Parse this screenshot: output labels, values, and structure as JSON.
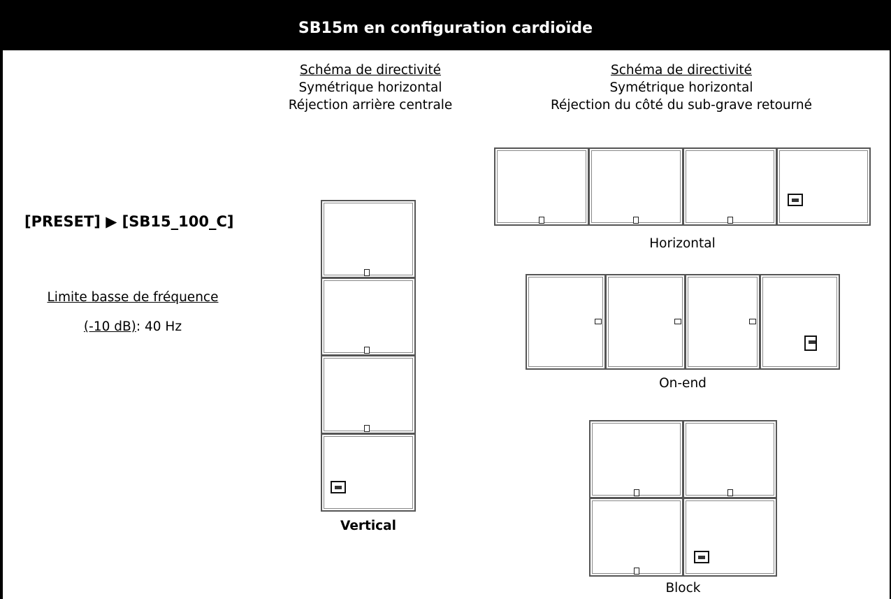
{
  "header": {
    "title": "SB15m en configuration cardioïde"
  },
  "left": {
    "preset": "[PRESET] ▶ [SB15_100_C]",
    "freq_title": "Limite basse de  fréquence",
    "freq_db": "(-10 dB)",
    "freq_value": ": 40 Hz"
  },
  "col_center": {
    "heading": "Schéma de directivité",
    "line1": "Symétrique horizontal",
    "line2": "Réjection arrière centrale",
    "config_label": "Vertical"
  },
  "col_right": {
    "heading": "Schéma de directivité",
    "line1": "Symétrique horizontal",
    "line2": "Réjection du côté du sub-grave retourné",
    "configs": {
      "horizontal": "Horizontal",
      "onend": "On-end",
      "block": "Block"
    }
  },
  "icons": {
    "reversed_sub": "reversed-sub-icon",
    "connector": "connector-icon"
  }
}
